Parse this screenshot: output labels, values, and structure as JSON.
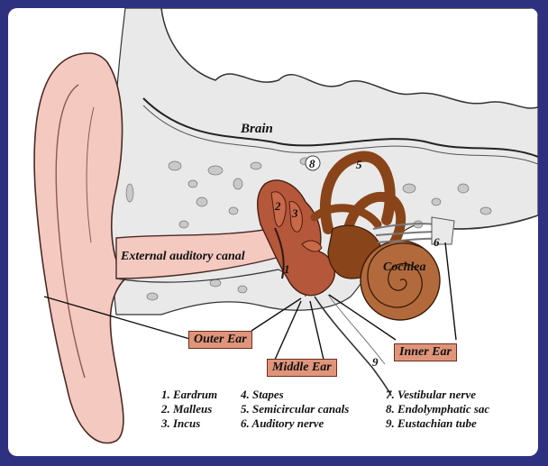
{
  "labels": {
    "brain": "Brain",
    "canal": "External auditory canal",
    "cochlea": "Cochlea",
    "outer_ear": "Outer Ear",
    "middle_ear": "Middle Ear",
    "inner_ear": "Inner Ear"
  },
  "numbers": [
    "1",
    "2",
    "3",
    "5",
    "6",
    "8",
    "9"
  ],
  "legend": {
    "col1": [
      "1. Eardrum",
      "2. Malleus",
      "3. Incus"
    ],
    "col2": [
      "4. Stapes",
      "5. Semicircular canals",
      "6. Auditory nerve"
    ],
    "col3": [
      "7. Vestibular nerve",
      "8. Endolymphatic sac",
      "9. Eustachian tube"
    ]
  },
  "colors": {
    "frame": "#2e3080",
    "skin": "#f4c9c0",
    "bone": "#e8e8e8",
    "middle_ear": "#b5573a",
    "inner_ear": "#8a4419",
    "label_box": "#e0957b"
  }
}
